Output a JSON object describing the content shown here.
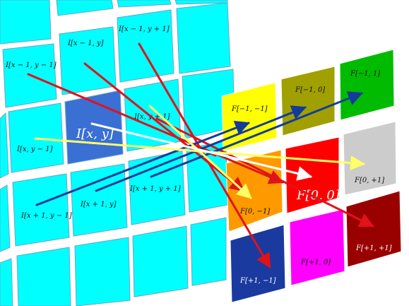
{
  "colors": {
    "background": "#ffffff",
    "image_cell": "#00ffff",
    "image_cell_border": "#6aa5c8",
    "center_cell": "#3a6fd4",
    "arrow_red": "#e0121a",
    "arrow_blue": "#143b9a",
    "arrow_yellow": "#ffff66",
    "arrow_white": "#ffffff"
  },
  "image_labels": {
    "xm1_ym1": "I[x − 1, y − 1]",
    "xm1_y": "I[x − 1, y]",
    "xm1_yp1": "I[x − 1, y + 1]",
    "x_ym1": "I[x, y − 1]",
    "x_y": "I[x, y]",
    "x_yp1": "I[x, y + 1]",
    "xp1_ym1": "I[x + 1, y − 1]",
    "xp1_y": "I[x + 1, y]",
    "xp1_yp1": "I[x + 1, y + 1]"
  },
  "filter": {
    "cells": [
      {
        "label": "F[−1, −1]",
        "color": "#ffff00",
        "text_color": "#111111"
      },
      {
        "label": "F[−1, 0]",
        "color": "#a0a000",
        "text_color": "#111111"
      },
      {
        "label": "F[−1, 1]",
        "color": "#00bb00",
        "text_color": "#111111"
      },
      {
        "label": "F[0, −1]",
        "color": "#ff9900",
        "text_color": "#111111"
      },
      {
        "label": "F[0, 0]",
        "color": "#ff0000",
        "text_color": "#ffffff"
      },
      {
        "label": "F[0, +1]",
        "color": "#cccccc",
        "text_color": "#111111"
      },
      {
        "label": "F[+1, −1]",
        "color": "#1a3aa0",
        "text_color": "#ffffff"
      },
      {
        "label": "F[+1, 0]",
        "color": "#ff00ff",
        "text_color": "#111111"
      },
      {
        "label": "F[+1, +1]",
        "color": "#990000",
        "text_color": "#ffffff"
      }
    ]
  }
}
